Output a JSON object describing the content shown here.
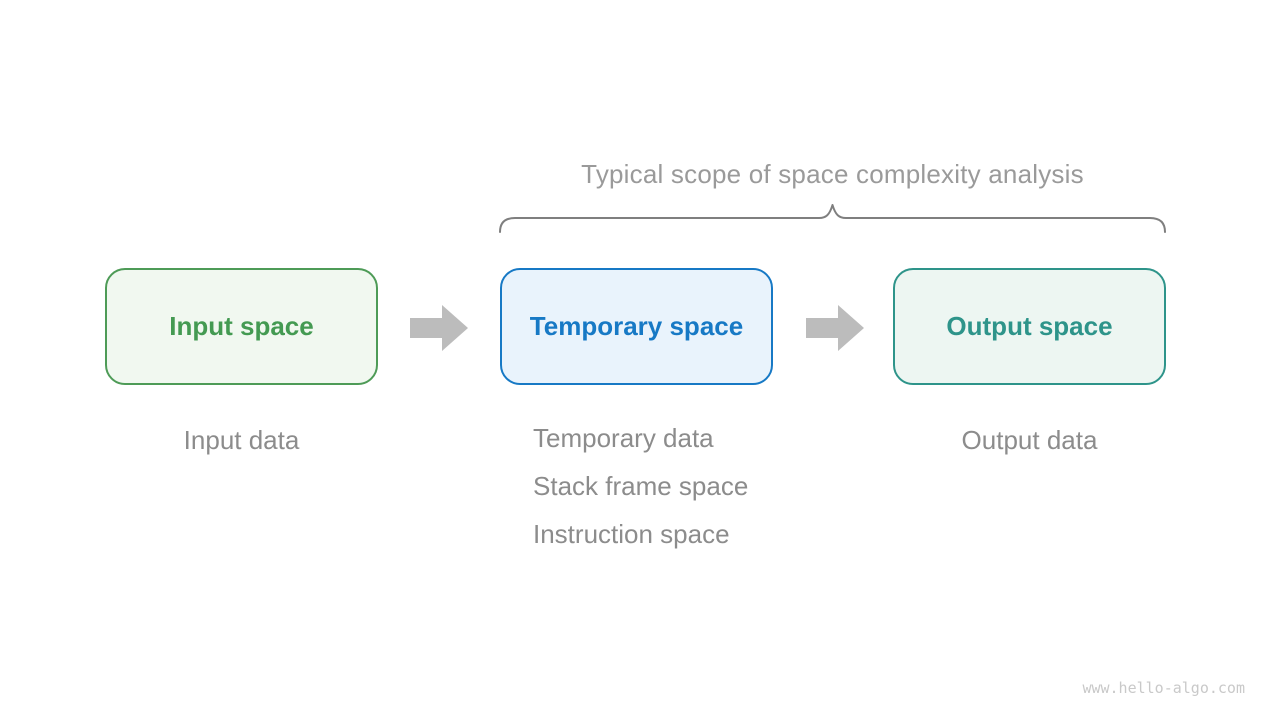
{
  "annotation": {
    "title": "Typical scope of space complexity analysis",
    "title_color": "#9a9a9a",
    "brace_color": "#7f7f7f"
  },
  "boxes": [
    {
      "id": "input-space",
      "label": "Input space",
      "border_color": "#4e9b57",
      "fill_color": "#f1f8f0",
      "text_color": "#449a52"
    },
    {
      "id": "temporary-space",
      "label": "Temporary space",
      "border_color": "#1779c5",
      "fill_color": "#e9f3fc",
      "text_color": "#1779c5"
    },
    {
      "id": "output-space",
      "label": "Output space",
      "border_color": "#2e948a",
      "fill_color": "#edf6f2",
      "text_color": "#2e948a"
    }
  ],
  "arrows": {
    "color": "#bcbcbc",
    "count": 2,
    "direction": "right"
  },
  "captions": {
    "color": "#8c8c8c",
    "input": "Input data",
    "temporary": [
      "Temporary data",
      "Stack frame space",
      "Instruction space"
    ],
    "output": "Output data"
  },
  "watermark": {
    "text": "www.hello-algo.com",
    "color": "#c9c9c9"
  }
}
